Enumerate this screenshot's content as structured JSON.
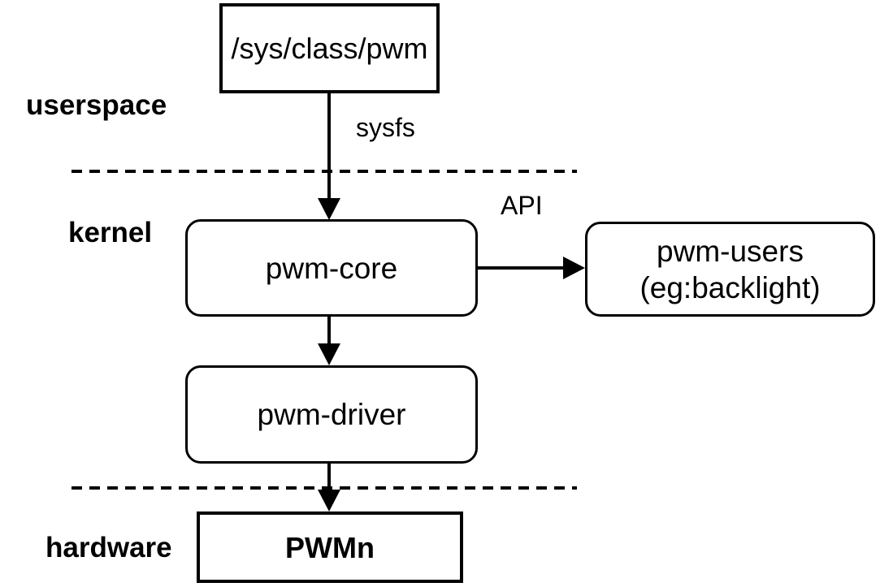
{
  "diagram": {
    "title_hint": "Linux PWM subsystem layering diagram",
    "layers": {
      "userspace": "userspace",
      "kernel": "kernel",
      "hardware": "hardware"
    },
    "nodes": {
      "sys_class_pwm": "/sys/class/pwm",
      "pwm_core": "pwm-core",
      "pwm_users": "pwm-users",
      "pwm_users_example": "(eg:backlight)",
      "pwm_driver": "pwm-driver",
      "pwm_hardware": "PWMn"
    },
    "edge_labels": {
      "sysfs": "sysfs",
      "api": "API"
    },
    "colors": {
      "stroke": "#000000",
      "background": "#ffffff"
    }
  }
}
